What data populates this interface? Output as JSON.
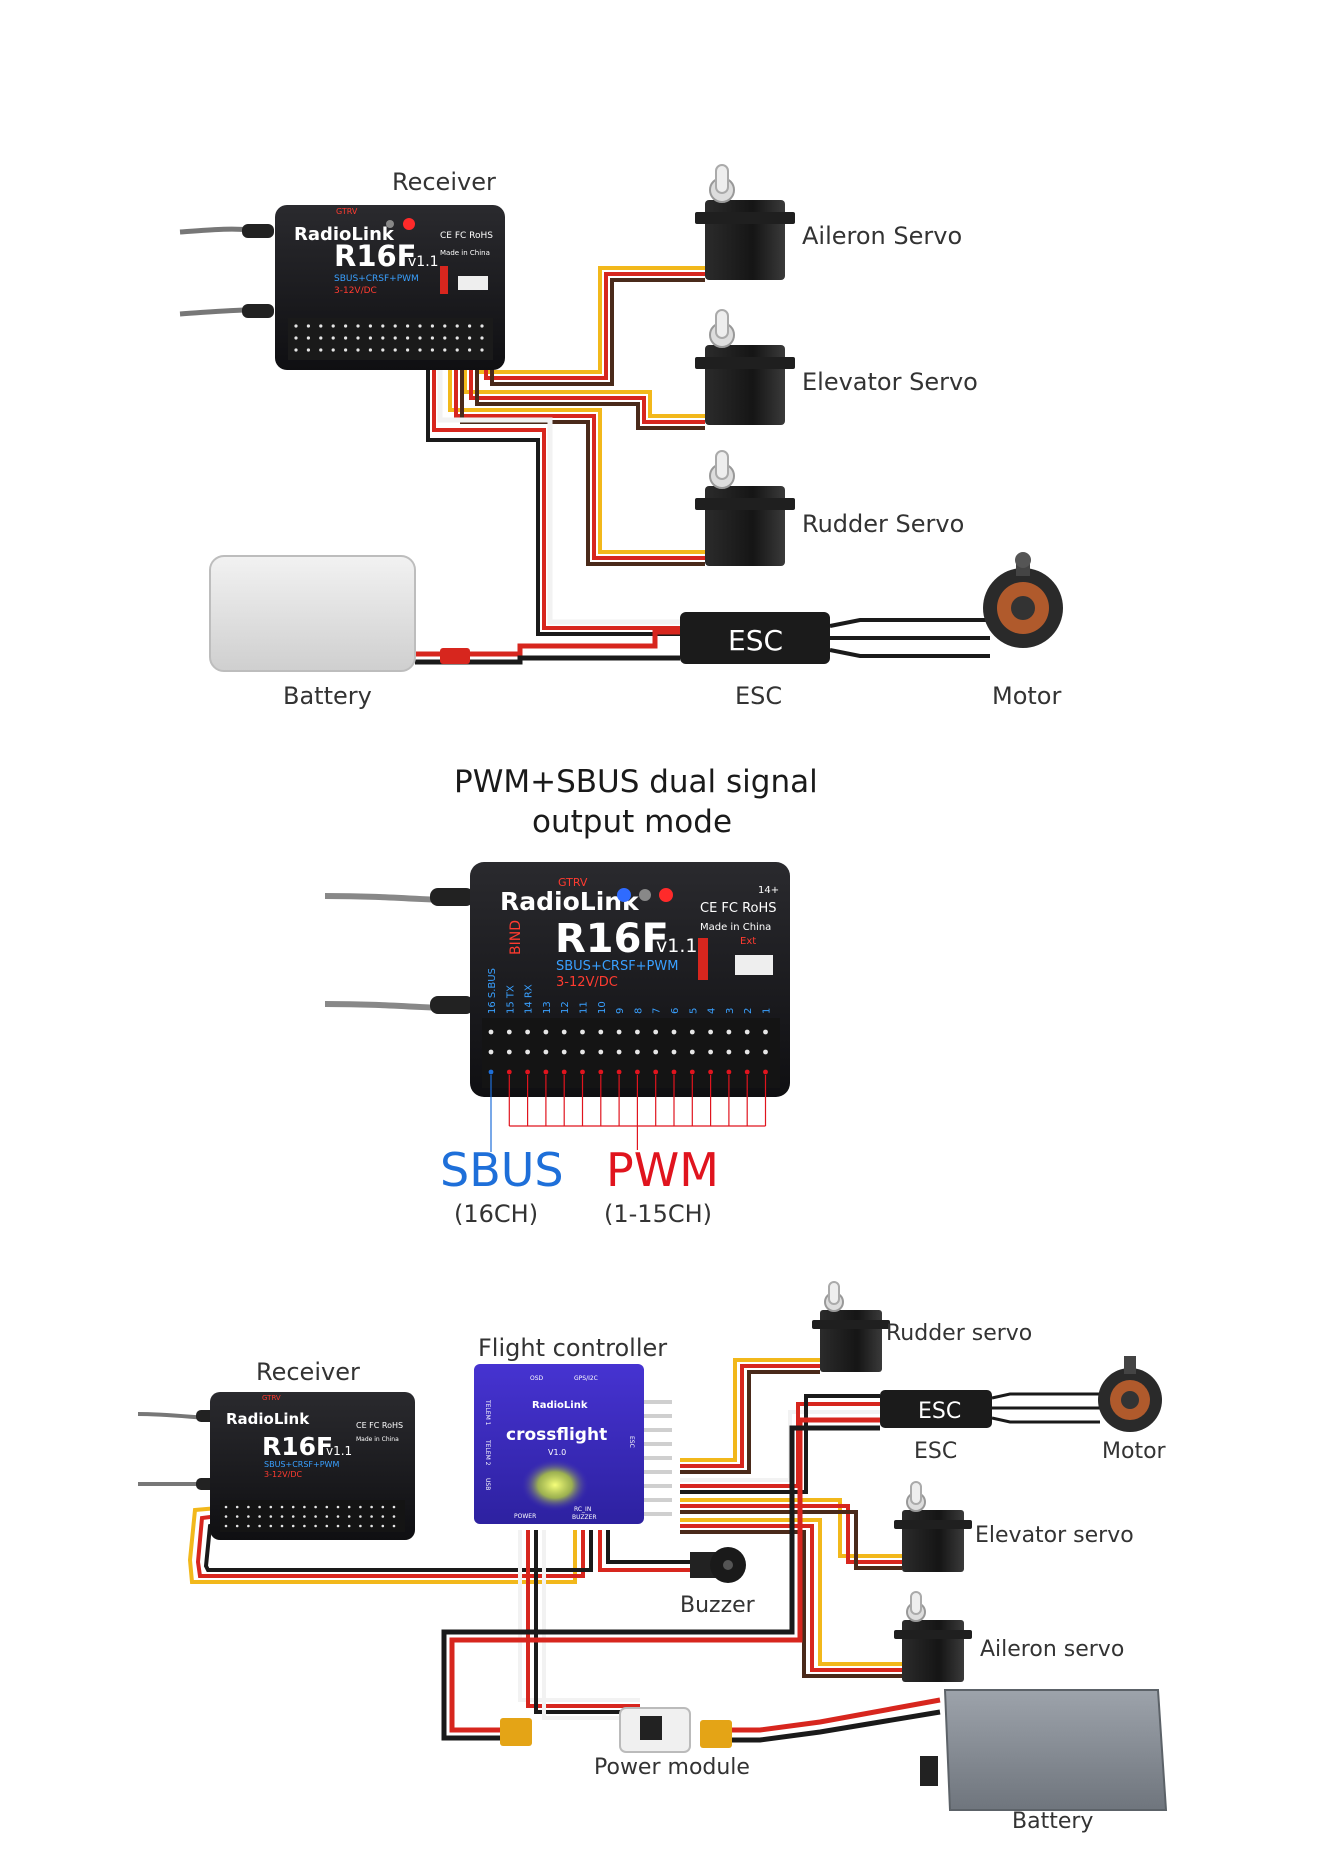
{
  "diagram1": {
    "receiver_label": "Receiver",
    "aileron_label": "Aileron Servo",
    "elevator_label": "Elevator Servo",
    "rudder_label": "Rudder Servo",
    "battery_label": "Battery",
    "esc_label": "ESC",
    "esc_body_text": "ESC",
    "motor_label": "Motor"
  },
  "receiver": {
    "brand": "RadioLink",
    "series": "GTRV",
    "model": "R16F",
    "version": "v1.1",
    "protocols": "SBUS+CRSF+PWM",
    "voltage": "3-12V/DC",
    "bind": "BIND",
    "certs": "CE FC RoHS",
    "made_in": "Made in China",
    "age": "14+",
    "ext": "Ext",
    "channels": [
      "16 S.BUS",
      "15 TX",
      "14 RX",
      "13",
      "12",
      "11",
      "10",
      "9",
      "8",
      "7",
      "6",
      "5",
      "4",
      "3",
      "2",
      "1"
    ]
  },
  "diagram2": {
    "title_line1": "PWM+SBUS dual signal",
    "title_line2": "output mode",
    "sbus_label": "SBUS",
    "sbus_sub": "(16CH)",
    "pwm_label": "PWM",
    "pwm_sub": "(1-15CH)"
  },
  "diagram3": {
    "receiver_label": "Receiver",
    "fc_label": "Flight controller",
    "fc_brand": "RadioLink",
    "fc_name": "crossflight",
    "fc_version": "V1.0",
    "fc_osd": "OSD",
    "fc_gps": "GPS/I2C",
    "fc_telem1": "TELEM 1",
    "fc_telem2": "TELEM 2",
    "fc_usb": "USB",
    "fc_esc": "ESC",
    "fc_power": "POWER",
    "fc_rcin": "RC_IN",
    "fc_buzzer": "BUZZER",
    "rudder_label": "Rudder servo",
    "esc_label": "ESC",
    "esc_body_text": "ESC",
    "motor_label": "Motor",
    "elevator_label": "Elevator servo",
    "buzzer_label": "Buzzer",
    "aileron_label": "Aileron servo",
    "power_module_label": "Power module",
    "battery_label": "Battery"
  },
  "colors": {
    "sbus_blue": "#1e6fd9",
    "pwm_red": "#e0141e",
    "fc_purple": "#3b2bb8",
    "wire_red": "#d7261e",
    "wire_yellow": "#f2b81b",
    "wire_black": "#1a1a1a"
  }
}
